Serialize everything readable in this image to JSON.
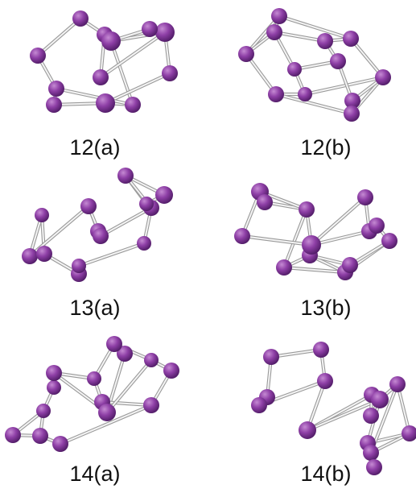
{
  "colors": {
    "atom_light": "#c58ad3",
    "atom_mid": "#8e3fa6",
    "atom_dark": "#4a1860",
    "bond": "#9a9a9a",
    "caption": "#111111"
  },
  "panels": [
    {
      "label": "12(a)",
      "atoms": [
        {
          "id": 1,
          "r": 10
        },
        {
          "id": 2,
          "r": 10
        },
        {
          "id": 3,
          "r": 10
        },
        {
          "id": 4,
          "r": 10
        },
        {
          "id": 5,
          "r": 12
        },
        {
          "id": 6,
          "r": 12
        },
        {
          "id": 7,
          "r": 10
        },
        {
          "id": 8,
          "r": 10
        },
        {
          "id": 9,
          "r": 10
        },
        {
          "id": 10,
          "r": 12
        },
        {
          "id": 11,
          "r": 10
        },
        {
          "id": 12,
          "r": 10
        }
      ],
      "bonds": [
        [
          1,
          2
        ],
        [
          2,
          3
        ],
        [
          3,
          4
        ],
        [
          3,
          5
        ],
        [
          1,
          8
        ],
        [
          8,
          9
        ],
        [
          5,
          6
        ],
        [
          5,
          11
        ],
        [
          5,
          7
        ],
        [
          6,
          11
        ],
        [
          6,
          12
        ],
        [
          12,
          10
        ],
        [
          10,
          7
        ],
        [
          7,
          8
        ],
        [
          8,
          9
        ],
        [
          9,
          10
        ],
        [
          4,
          6
        ]
      ]
    },
    {
      "label": "12(b)",
      "atoms": [
        {
          "id": 1,
          "r": 10
        },
        {
          "id": 2,
          "r": 10
        },
        {
          "id": 3,
          "r": 10
        },
        {
          "id": 4,
          "r": 10
        },
        {
          "id": 5,
          "r": 9
        },
        {
          "id": 6,
          "r": 10
        },
        {
          "id": 7,
          "r": 10
        },
        {
          "id": 8,
          "r": 10
        },
        {
          "id": 9,
          "r": 9
        },
        {
          "id": 10,
          "r": 10
        },
        {
          "id": 11,
          "r": 10
        },
        {
          "id": 12,
          "r": 10
        }
      ],
      "bonds": [
        [
          1,
          2
        ],
        [
          2,
          3
        ],
        [
          1,
          3
        ],
        [
          1,
          4
        ],
        [
          3,
          5
        ],
        [
          3,
          6
        ],
        [
          6,
          8
        ],
        [
          6,
          7
        ],
        [
          4,
          9
        ],
        [
          4,
          12
        ],
        [
          2,
          7
        ],
        [
          5,
          9
        ],
        [
          9,
          10
        ],
        [
          10,
          12
        ],
        [
          10,
          11
        ],
        [
          11,
          12
        ],
        [
          11,
          8
        ],
        [
          8,
          5
        ],
        [
          7,
          10
        ]
      ]
    },
    {
      "label": "13(a)",
      "atoms": [
        {
          "id": 1,
          "r": 9
        },
        {
          "id": 2,
          "r": 10
        },
        {
          "id": 3,
          "r": 10
        },
        {
          "id": 4,
          "r": 10
        },
        {
          "id": 5,
          "r": 9
        },
        {
          "id": 6,
          "r": 10
        },
        {
          "id": 7,
          "r": 10
        },
        {
          "id": 8,
          "r": 10
        },
        {
          "id": 9,
          "r": 9
        },
        {
          "id": 10,
          "r": 10
        },
        {
          "id": 11,
          "r": 10
        },
        {
          "id": 12,
          "r": 11
        },
        {
          "id": 13,
          "r": 9
        }
      ],
      "bonds": [
        [
          1,
          2
        ],
        [
          1,
          3
        ],
        [
          2,
          3
        ],
        [
          3,
          4
        ],
        [
          4,
          5
        ],
        [
          2,
          6
        ],
        [
          6,
          7
        ],
        [
          7,
          8
        ],
        [
          6,
          8
        ],
        [
          8,
          10
        ],
        [
          10,
          9
        ],
        [
          11,
          12
        ],
        [
          12,
          13
        ],
        [
          11,
          13
        ],
        [
          10,
          11
        ],
        [
          5,
          9
        ]
      ]
    },
    {
      "label": "13(b)",
      "atoms": [
        {
          "id": 1,
          "r": 11
        },
        {
          "id": 2,
          "r": 10
        },
        {
          "id": 3,
          "r": 10
        },
        {
          "id": 4,
          "r": 10
        },
        {
          "id": 5,
          "r": 10
        },
        {
          "id": 6,
          "r": 10
        },
        {
          "id": 7,
          "r": 12
        },
        {
          "id": 8,
          "r": 10
        },
        {
          "id": 9,
          "r": 10
        },
        {
          "id": 10,
          "r": 10
        },
        {
          "id": 11,
          "r": 10
        },
        {
          "id": 12,
          "r": 10
        },
        {
          "id": 13,
          "r": 10
        }
      ],
      "bonds": [
        [
          1,
          2
        ],
        [
          2,
          3
        ],
        [
          1,
          3
        ],
        [
          1,
          4
        ],
        [
          3,
          5
        ],
        [
          4,
          7
        ],
        [
          5,
          6
        ],
        [
          3,
          7
        ],
        [
          6,
          8
        ],
        [
          6,
          9
        ],
        [
          8,
          12
        ],
        [
          9,
          12
        ],
        [
          7,
          11
        ],
        [
          7,
          10
        ],
        [
          10,
          11
        ],
        [
          11,
          13
        ],
        [
          12,
          13
        ],
        [
          8,
          9
        ],
        [
          5,
          8
        ]
      ]
    },
    {
      "label": "14(a)",
      "atoms": [
        {
          "id": 1,
          "r": 10
        },
        {
          "id": 2,
          "r": 10
        },
        {
          "id": 3,
          "r": 9
        },
        {
          "id": 4,
          "r": 9
        },
        {
          "id": 5,
          "r": 10
        },
        {
          "id": 6,
          "r": 9
        },
        {
          "id": 7,
          "r": 10
        },
        {
          "id": 8,
          "r": 11
        },
        {
          "id": 9,
          "r": 10
        },
        {
          "id": 10,
          "r": 10
        },
        {
          "id": 11,
          "r": 9
        },
        {
          "id": 12,
          "r": 10
        },
        {
          "id": 13,
          "r": 10
        },
        {
          "id": 14,
          "r": 10
        }
      ],
      "bonds": [
        [
          1,
          2
        ],
        [
          2,
          3
        ],
        [
          1,
          3
        ],
        [
          3,
          4
        ],
        [
          4,
          5
        ],
        [
          5,
          6
        ],
        [
          6,
          7
        ],
        [
          7,
          8
        ],
        [
          5,
          8
        ],
        [
          8,
          9
        ],
        [
          9,
          10
        ],
        [
          10,
          11
        ],
        [
          11,
          12
        ],
        [
          12,
          13
        ],
        [
          7,
          13
        ],
        [
          13,
          14
        ],
        [
          14,
          1
        ],
        [
          6,
          10
        ],
        [
          8,
          11
        ]
      ]
    },
    {
      "label": "14(b)",
      "atoms": [
        {
          "id": 1,
          "r": 10
        },
        {
          "id": 2,
          "r": 10
        },
        {
          "id": 3,
          "r": 10
        },
        {
          "id": 4,
          "r": 10
        },
        {
          "id": 5,
          "r": 10
        },
        {
          "id": 6,
          "r": 11
        },
        {
          "id": 7,
          "r": 10
        },
        {
          "id": 8,
          "r": 10
        },
        {
          "id": 9,
          "r": 11
        },
        {
          "id": 10,
          "r": 10
        },
        {
          "id": 11,
          "r": 10
        },
        {
          "id": 12,
          "r": 10
        },
        {
          "id": 13,
          "r": 10
        },
        {
          "id": 14,
          "r": 10
        }
      ],
      "bonds": [
        [
          1,
          2
        ],
        [
          1,
          3
        ],
        [
          3,
          4
        ],
        [
          2,
          5
        ],
        [
          4,
          5
        ],
        [
          5,
          6
        ],
        [
          6,
          7
        ],
        [
          6,
          9
        ],
        [
          7,
          8
        ],
        [
          8,
          9
        ],
        [
          9,
          10
        ],
        [
          10,
          11
        ],
        [
          11,
          12
        ],
        [
          9,
          12
        ],
        [
          10,
          13
        ],
        [
          13,
          14
        ],
        [
          12,
          14
        ],
        [
          11,
          13
        ]
      ]
    }
  ]
}
